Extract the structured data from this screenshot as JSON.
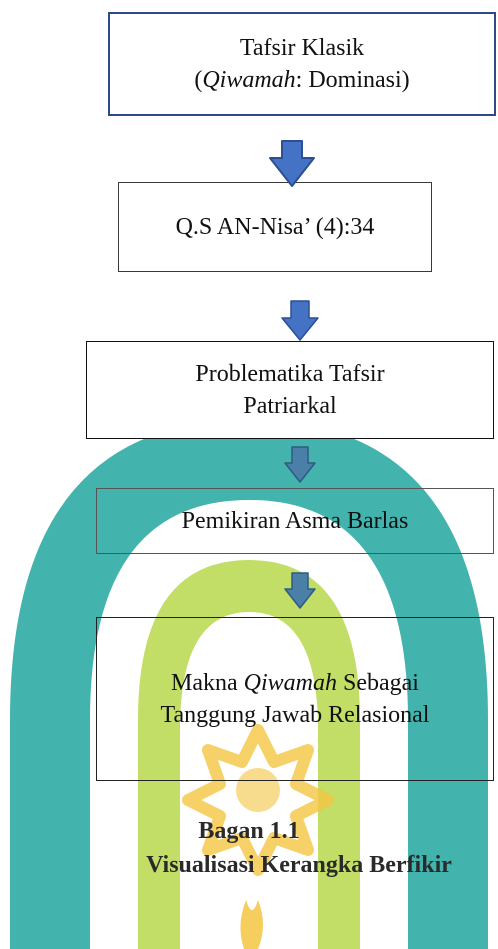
{
  "diagram": {
    "nodes": [
      {
        "id": "tafsir-klasik",
        "lines": [
          [
            {
              "text": "Tafsir Klasik",
              "italic": false
            }
          ],
          [
            {
              "text": "(",
              "italic": false
            },
            {
              "text": "Qiwamah",
              "italic": true
            },
            {
              "text": ": Dominasi)",
              "italic": false
            }
          ]
        ]
      },
      {
        "id": "qs-an-nisa",
        "lines": [
          [
            {
              "text": "Q.S AN-Nisa’ (4):34",
              "italic": false
            }
          ]
        ]
      },
      {
        "id": "problematika",
        "lines": [
          [
            {
              "text": "Problematika Tafsir",
              "italic": false
            }
          ],
          [
            {
              "text": "Patriarkal",
              "italic": false
            }
          ]
        ]
      },
      {
        "id": "asma-barlas",
        "lines": [
          [
            {
              "text": "Pemikiran Asma Barlas",
              "italic": false
            }
          ]
        ]
      },
      {
        "id": "makna-qiwamah",
        "lines": [
          [
            {
              "text": "Makna ",
              "italic": false
            },
            {
              "text": "Qiwamah",
              "italic": true
            },
            {
              "text": " Sebagai",
              "italic": false
            }
          ],
          [
            {
              "text": "Tanggung Jawab Relasional",
              "italic": false
            }
          ]
        ]
      }
    ],
    "edges": [
      {
        "from": "tafsir-klasik",
        "to": "qs-an-nisa"
      },
      {
        "from": "qs-an-nisa",
        "to": "problematika"
      },
      {
        "from": "problematika",
        "to": "asma-barlas"
      },
      {
        "from": "asma-barlas",
        "to": "makna-qiwamah"
      }
    ]
  },
  "caption": {
    "label": "Bagan 1.1",
    "title": "Visualisasi Kerangka Berfikir"
  },
  "colors": {
    "arrow_primary": "#4472C4",
    "arrow_secondary": "#4A7FA8",
    "watermark_teal": "#22A6A0",
    "watermark_green": "#B7D84B",
    "watermark_yellow": "#F4C542",
    "text": "#111111",
    "caption_text": "#2a2a2a",
    "box_border": "#222222"
  }
}
